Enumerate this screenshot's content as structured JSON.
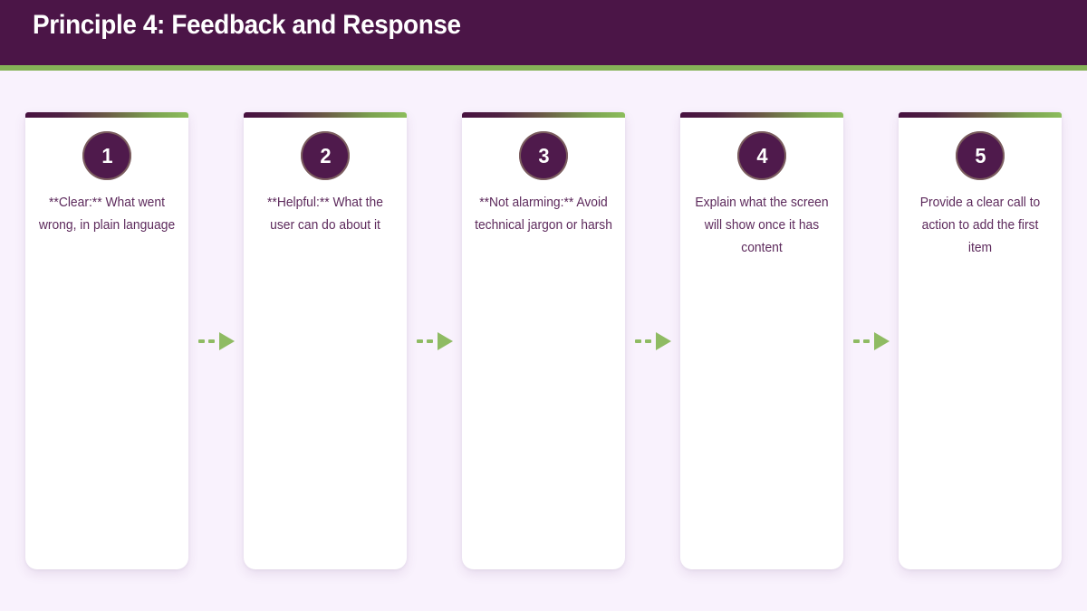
{
  "slide": {
    "background_color": "#f9f2fd",
    "header": {
      "title": "Principle 4: Feedback and Response",
      "background_color": "#4b1547",
      "accent_color": "#85b257",
      "title_color": "#ffffff"
    },
    "theme": {
      "card_background": "#ffffff",
      "badge_color": "#4f1a4c",
      "badge_ring_color": "#a0966e",
      "text_color": "#5d2a5c",
      "accent_gradient_start": "#46103f",
      "accent_gradient_end": "#8cbd5c",
      "arrow_color": "#8fbb63"
    },
    "steps": [
      {
        "number": "1",
        "text": "**Clear:** What went wrong, in plain language"
      },
      {
        "number": "2",
        "text": "**Helpful:** What the user can do about it"
      },
      {
        "number": "3",
        "text": "**Not alarming:** Avoid technical jargon or harsh"
      },
      {
        "number": "4",
        "text": "Explain what the screen will show once it has content"
      },
      {
        "number": "5",
        "text": "Provide a clear call to action to add the first item"
      }
    ],
    "connectors": [
      {
        "icon": "dashed-arrow-right-icon"
      },
      {
        "icon": "dashed-arrow-right-icon"
      },
      {
        "icon": "dashed-arrow-right-icon"
      },
      {
        "icon": "dashed-arrow-right-icon"
      }
    ]
  }
}
